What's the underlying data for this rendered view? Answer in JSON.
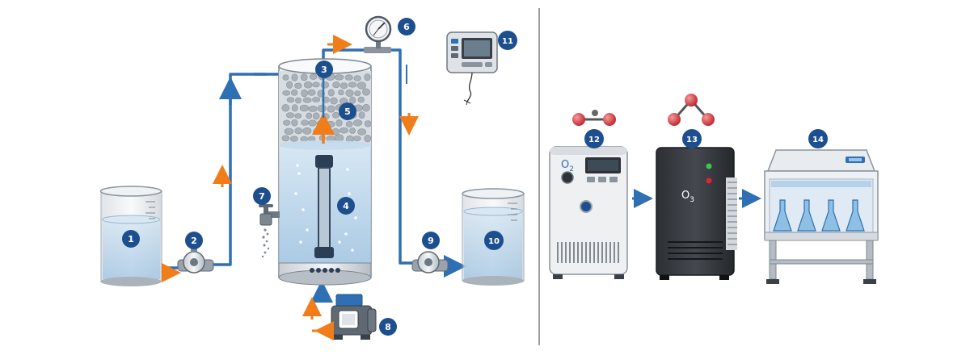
{
  "labels": {
    "n1": "1",
    "n2": "2",
    "n3": "3",
    "n4": "4",
    "n5": "5",
    "n6": "6",
    "n7": "7",
    "n8": "8",
    "n9": "9",
    "n10": "10",
    "n11": "11",
    "n12": "12",
    "n13": "13",
    "n14": "14"
  },
  "text": {
    "o2": "O",
    "o2_sub": "2",
    "o3": "O",
    "o3_sub": "3"
  },
  "colors": {
    "badge": "#1d4f8f",
    "pipe": "#2f6fb3",
    "flow_arrow": "#f07d1a",
    "water": "#bcd6ea"
  }
}
